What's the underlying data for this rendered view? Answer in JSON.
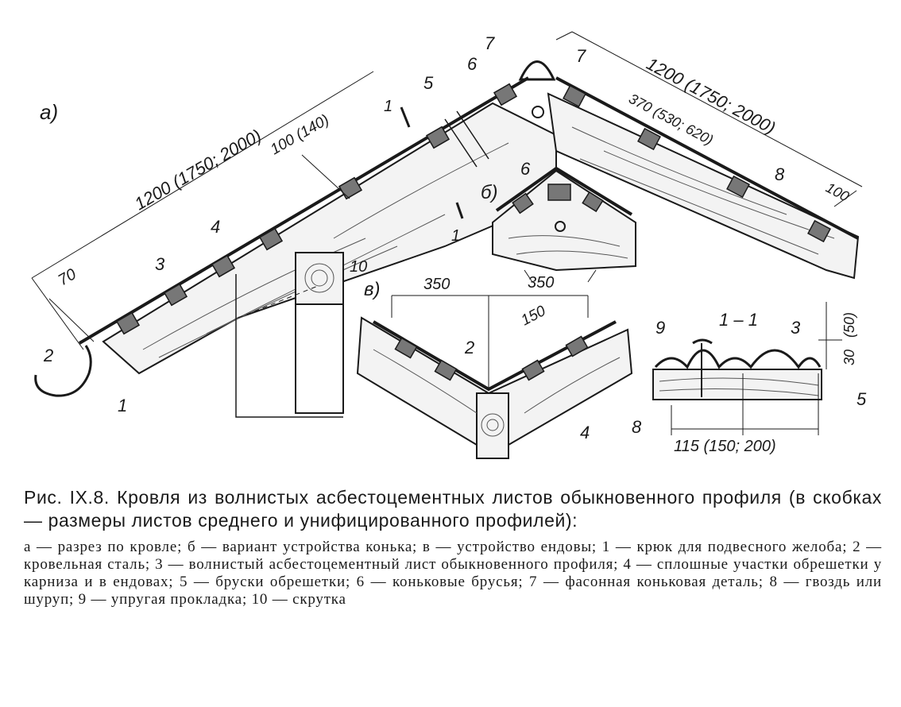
{
  "panels": {
    "a": "а)",
    "b": "б)",
    "v": "в)",
    "section": "1 – 1"
  },
  "section_marks": [
    "1",
    "1"
  ],
  "dimensions": {
    "a_slope_left": "1200 (1750; 2000)",
    "a_slope_right": "1200 (1750; 2000)",
    "a_overlap": "100 (140)",
    "a_eave": "70",
    "a_batten_spacing": "370 (530; 620)",
    "a_right_end": "100",
    "b_width": "350",
    "v_width": "350",
    "v_overlap": "150",
    "s_width": "115 (150; 200)",
    "s_height_1": "30",
    "s_height_2": "(50)"
  },
  "callouts": {
    "c1": "1",
    "c2": "2",
    "c3": "3",
    "c4": "4",
    "c5": "5",
    "c6": "6",
    "c7": "7",
    "c8": "8",
    "c9": "9",
    "c10": "10"
  },
  "caption": {
    "title": "Рис. IX.8. Кровля из волнистых асбестоцементных листов обыкновенного профиля (в скобках — размеры листов среднего и унифицированного профилей):",
    "legend": "а — разрез по кровле; б — вариант устройства конька; в — устройство ендовы; 1 — крюк для подвесного желоба; 2 — кровельная сталь; 3 — волнистый асбестоцементный лист обыкновенного профиля; 4 — сплошные участки обрешетки у карниза и в ендовах; 5 — бруски обрешетки; 6 — коньковые брусья; 7 — фасонная коньковая деталь; 8 — гвоздь или шуруп; 9 — упругая прокладка; 10 — скрутка"
  }
}
